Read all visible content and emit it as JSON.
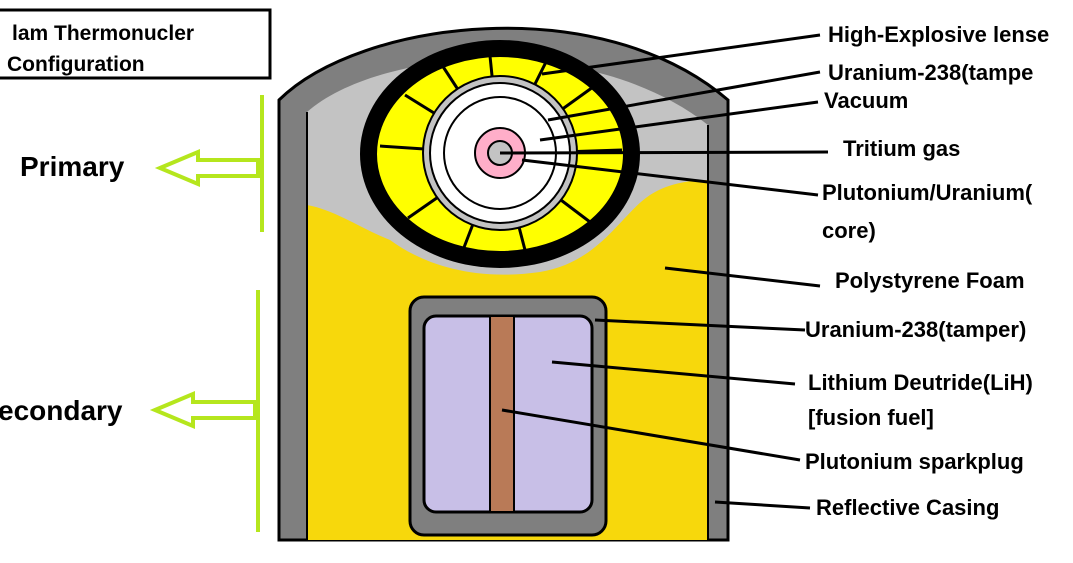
{
  "title": {
    "line1": "lam Thermonucler",
    "line2": "Configuration"
  },
  "sections": {
    "primary": "Primary",
    "secondary": "econdary"
  },
  "labels": {
    "high_explosive": "High-Explosive lense",
    "u238_tamper_top": "Uranium-238(tampe",
    "vacuum": "Vacuum",
    "tritium": "Tritium gas",
    "core_line1": "Plutonium/Uranium(",
    "core_line2": "core)",
    "foam": "Polystyrene Foam",
    "u238_tamper_secondary": "Uranium-238(tamper)",
    "lithium_line1": "Lithium Deutride(LiH)",
    "lithium_line2": "[fusion fuel]",
    "sparkplug": "Plutonium sparkplug",
    "casing": "Reflective Casing"
  },
  "colors": {
    "casing": "#7f7f7f",
    "foam": "#f7d80c",
    "lens": "#ffff00",
    "tamper_ring": "#c3c3c3",
    "secondary_fill": "#c8bfe7",
    "sparkplug": "#b97a57",
    "tritium": "#ffaec9",
    "arrow": "#b5e61d",
    "bracket": "#b5e61d"
  }
}
